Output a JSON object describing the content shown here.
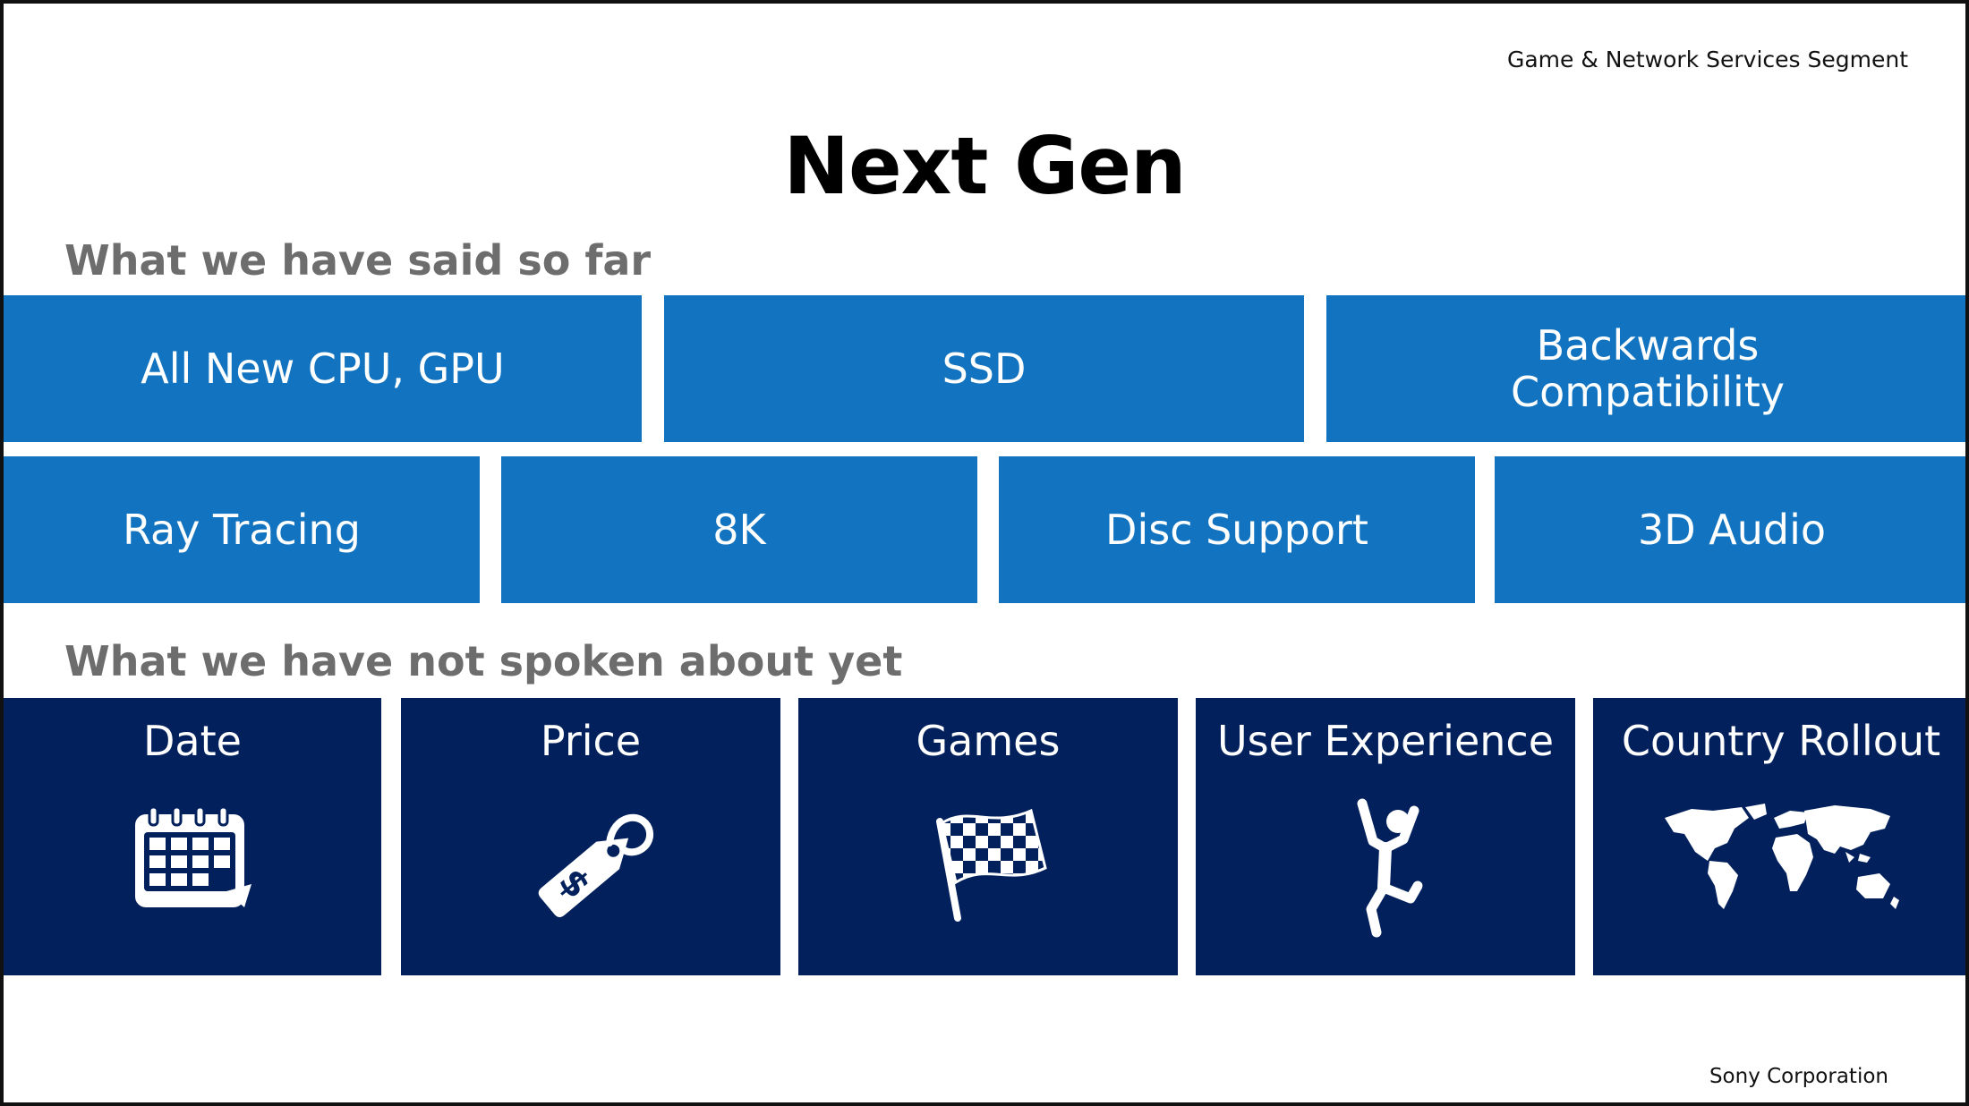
{
  "header": {
    "segment": "Game & Network Services Segment",
    "title": "Next Gen"
  },
  "said": {
    "label": "What we have said so far",
    "row1": [
      "All New CPU, GPU",
      "SSD",
      "Backwards Compatibility"
    ],
    "row2": [
      "Ray Tracing",
      "8K",
      "Disc Support",
      "3D Audio"
    ]
  },
  "not_spoken": {
    "label": "What we have not spoken about yet",
    "items": [
      {
        "label": "Date",
        "icon": "calendar-icon"
      },
      {
        "label": "Price",
        "icon": "price-tag-icon"
      },
      {
        "label": "Games",
        "icon": "checkered-flag-icon"
      },
      {
        "label": "User Experience",
        "icon": "jumping-person-icon"
      },
      {
        "label": "Country Rollout",
        "icon": "world-map-icon"
      }
    ]
  },
  "footer": {
    "company": "Sony Corporation"
  },
  "colors": {
    "blue_tile": "#1274c1",
    "navy_tile": "#02205c",
    "section_label": "#6d6d6d"
  }
}
